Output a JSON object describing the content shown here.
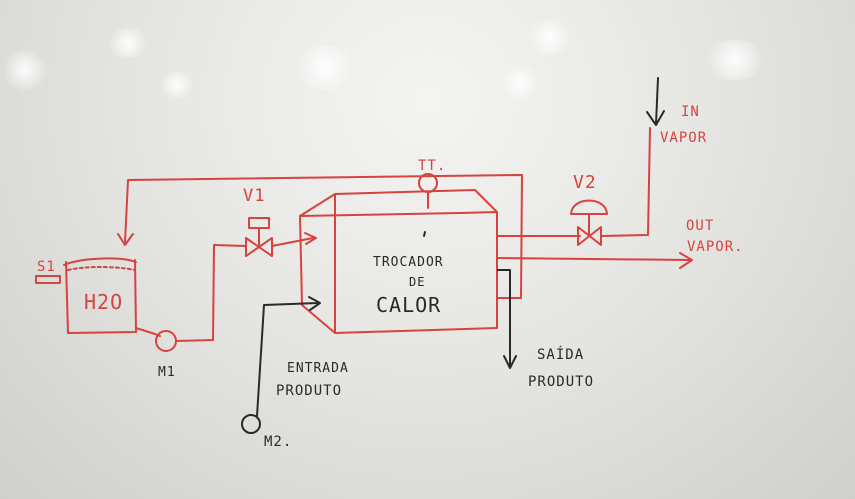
{
  "labels": {
    "s1": "S1",
    "tank": "H2O",
    "m1": "M1",
    "v1": "V1",
    "tt": "TT.",
    "exchanger_line1": "TROCADOR",
    "exchanger_line2": "DE",
    "exchanger_line3": "CALOR",
    "v2": "V2",
    "in_line1": "IN",
    "in_line2": "VAPOR",
    "out_line1": "OUT",
    "out_line2": "VAPOR.",
    "entrada_line1": "ENTRADA",
    "entrada_line2": "PRODUTO",
    "m2": "M2.",
    "saida_line1": "SAÍDA",
    "saida_line2": "PRODUTO"
  },
  "colors": {
    "marker_red": "#d8423f",
    "marker_black": "#2a2a2a"
  }
}
